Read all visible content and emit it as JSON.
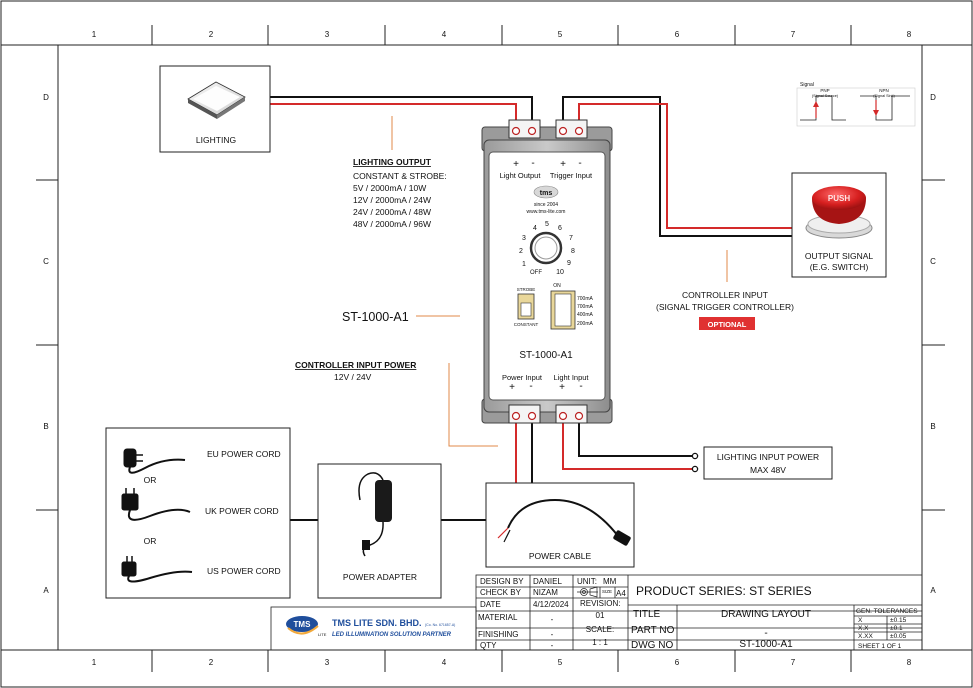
{
  "grid": {
    "columns": [
      "1",
      "2",
      "3",
      "4",
      "5",
      "6",
      "7",
      "8"
    ],
    "rows": [
      "D",
      "C",
      "B",
      "A"
    ]
  },
  "components": {
    "lighting": "LIGHTING",
    "output_signal": [
      "OUTPUT SIGNAL",
      "(E.G. SWITCH)"
    ],
    "push_button_text": "PUSH",
    "power_cable": "POWER CABLE",
    "power_adapter": "POWER ADAPTER",
    "eu_cord": "EU POWER CORD",
    "uk_cord": "UK POWER CORD",
    "us_cord": "US POWER CORD",
    "or_label": "OR"
  },
  "lighting_output": {
    "heading": "LIGHTING OUTPUT",
    "lines": [
      "CONSTANT & STROBE:",
      "5V / 2000mA / 10W",
      "12V / 2000mA / 24W",
      "24V / 2000mA / 48W",
      "48V / 2000mA / 96W"
    ]
  },
  "controller_input_power": {
    "heading": "CONTROLLER INPUT POWER",
    "value": "12V / 24V"
  },
  "controller_input": {
    "lines": [
      "CONTROLLER INPUT",
      "(SIGNAL TRIGGER CONTROLLER)"
    ],
    "badge": "OPTIONAL"
  },
  "lighting_input_power": [
    "LIGHTING INPUT POWER",
    "MAX 48V"
  ],
  "model_label": "ST-1000-A1",
  "signal_legend": {
    "title": "Signal",
    "pnp": "PNP",
    "pnp_sub": "(Signal Source)",
    "npn": "NPN",
    "npn_sub": "(Signal Sink)"
  },
  "controller": {
    "plus": "+",
    "minus": "-",
    "light_output": "Light Output",
    "trigger_input": "Trigger Input",
    "power_input": "Power Input",
    "light_input": "Light Input",
    "logo_text": "tms",
    "since": "since 2004",
    "website": "www.tms-lite.com",
    "dial_numbers": [
      "1",
      "2",
      "3",
      "4",
      "5",
      "6",
      "7",
      "8",
      "9",
      "10"
    ],
    "dial_off": "OFF",
    "strobe": "STROBE",
    "constant": "CONSTANT",
    "on": "ON",
    "currents": [
      "700mA",
      "700mA",
      "400mA",
      "200mA"
    ],
    "model": "ST-1000-A1"
  },
  "title_block": {
    "design_by_label": "DESIGN BY",
    "design_by": "DANIEL",
    "check_by_label": "CHECK BY",
    "check_by": "NIZAM",
    "date_label": "DATE",
    "date": "4/12/2024",
    "unit_label": "UNIT:",
    "unit": "MM",
    "size_label": "SIZE",
    "size": "A4",
    "revision_label": "REVISION:",
    "revision": "01",
    "material_label": "MATERIAL",
    "material": "-",
    "finishing_label": "FINISHING",
    "finishing": "-",
    "qty_label": "QTY",
    "qty": "-",
    "scale_label": "SCALE:",
    "scale": "1 : 1",
    "product_series": "PRODUCT SERIES: ST SERIES",
    "title_label": "TITLE",
    "title": "DRAWING LAYOUT",
    "part_no_label": "PART NO",
    "part_no": "-",
    "dwg_no_label": "DWG NO",
    "dwg_no": "ST-1000-A1",
    "gen_tol_label": "GEN. TOLERANCES",
    "tolerances": [
      [
        "X",
        "±0.15"
      ],
      [
        "X.X",
        "±0.1"
      ],
      [
        "X.XX",
        "±0.05"
      ]
    ],
    "sheet": "SHEET 1 OF 1",
    "company": "TMS LITE SDN. BHD.",
    "company_reg": "(Co. No. 671657-A)",
    "tagline": "LED ILLUMINATION SOLUTION PARTNER",
    "logo": "TMS",
    "logo_sub": "LITE"
  },
  "colors": {
    "red_wire": "#d42a2a",
    "black_wire": "#111111",
    "leader": "#e08a4a",
    "optional_bg": "#e03131"
  }
}
